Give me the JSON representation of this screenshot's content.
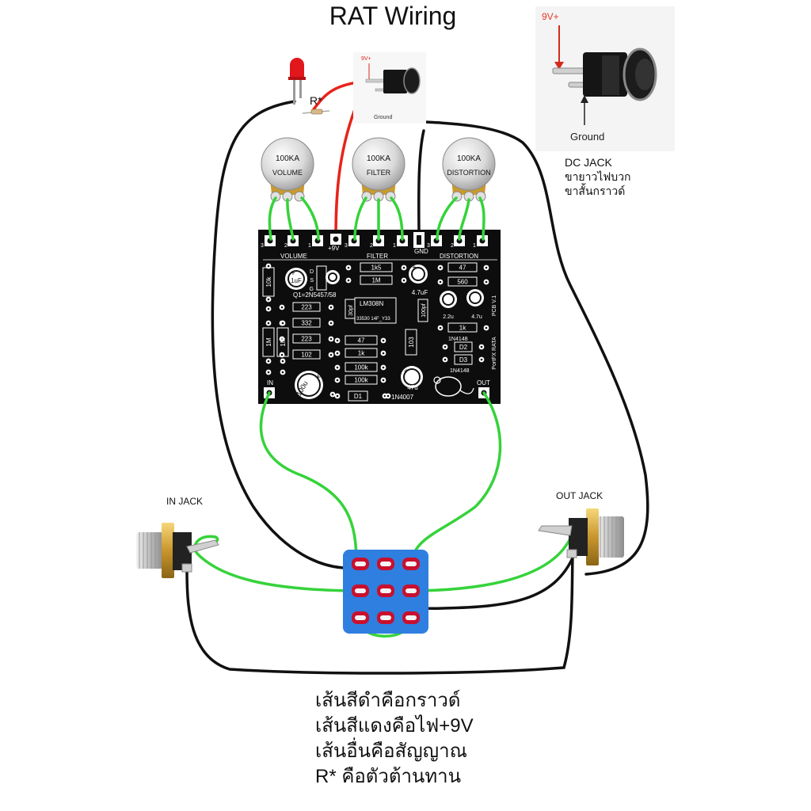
{
  "title": "RAT Wiring",
  "dc_jack_photo": {
    "positive_label": "9V+",
    "ground_label": "Ground"
  },
  "dc_jack_caption": {
    "line1": "DC JACK",
    "line2": "ขายาวไฟบวก",
    "line3": "ขาสั้นกราวด์"
  },
  "small_jack": {
    "positive_label": "9V+",
    "ground_label": "Ground"
  },
  "resistor_label": "R*",
  "pots": [
    {
      "value": "100KA",
      "name": "VOLUME"
    },
    {
      "value": "100KA",
      "name": "FILTER"
    },
    {
      "value": "100KA",
      "name": "DISTORTION"
    }
  ],
  "pcb": {
    "pad_labels": {
      "vol": [
        "3",
        "2",
        "1"
      ],
      "plus9v": "+9V",
      "filter": [
        "3",
        "2",
        "1"
      ],
      "gnd": "GND",
      "dist": [
        "3",
        "2",
        "1"
      ]
    },
    "section_labels": {
      "volume": "VOLUME",
      "filter": "FILTER",
      "distortion": "DISTORTION"
    },
    "fet_pins": [
      "D",
      "S",
      "G"
    ],
    "q1": "Q1=2N5457/58",
    "ic": "LM308N",
    "ic_code": "33530 14F_Y33",
    "r_10k": "10k",
    "r_1k5": "1k5",
    "r_1m": "1M",
    "c_1uf": "1uF",
    "c_47uf": "4.7uF",
    "r_47": "47",
    "r_560": "560",
    "c_30pf": "30pf",
    "c_100pf": "100pf",
    "c_2u2": "2.2u",
    "c_4u7": "4.7u",
    "pcb_name": "PCB V.1",
    "brand": "PortFX RATA",
    "caps_film": [
      "223",
      "332",
      "223",
      "102"
    ],
    "r_1m_a": "1M",
    "r_1m_b": "1M",
    "r_47b": "47",
    "r_1kb": "1k",
    "r_100k_a": "100k",
    "r_100k_b": "100k",
    "c_103": "103",
    "c_47u": "47u",
    "r_1k_right": "1k",
    "d_1n4148_a": "1N4148",
    "d2": "D2",
    "d3": "D3",
    "d_1n4148_b": "1N4148",
    "c_100u": "100u",
    "d1": "D1",
    "d_1n4007": "1N4007",
    "in": "IN",
    "out": "OUT"
  },
  "in_jack_label": "IN JACK",
  "out_jack_label": "OUT JACK",
  "notes": [
    "เส้นสีดำคือกราวด์",
    "เส้นสีแดงคือไฟ+9V",
    "เส้นอื่นคือสัญญาณ",
    "R* คือตัวต้านทาน"
  ],
  "colors": {
    "ground_wire": "#111111",
    "power_wire": "#e8231a",
    "signal_wire": "#35d33a",
    "pcb": "#0d0d0d",
    "switch": "#2f7fe0",
    "pot_body": "#e0e0e0",
    "pot_lug": "#c99a2e",
    "switch_lug": "#c8102e"
  }
}
